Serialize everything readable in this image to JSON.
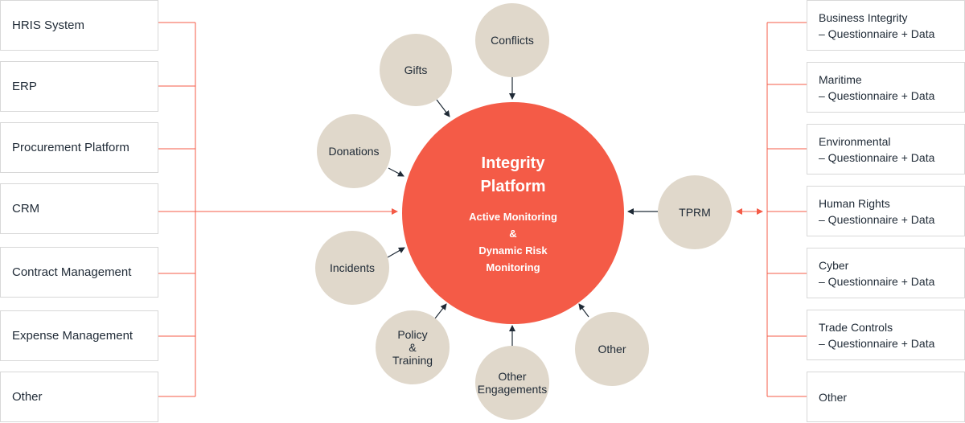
{
  "left_systems": [
    "HRIS System",
    "ERP",
    "Procurement Platform",
    "CRM",
    "Contract Management",
    "Expense Management",
    "Other"
  ],
  "right_modules": [
    {
      "line1": "Business Integrity",
      "line2": "– Questionnaire + Data"
    },
    {
      "line1": "Maritime",
      "line2": "– Questionnaire + Data"
    },
    {
      "line1": "Environmental",
      "line2": "– Questionnaire + Data"
    },
    {
      "line1": "Human Rights",
      "line2": "– Questionnaire + Data"
    },
    {
      "line1": "Cyber",
      "line2": "– Questionnaire + Data"
    },
    {
      "line1": "Trade Controls",
      "line2": "– Questionnaire + Data"
    },
    {
      "line1": "Other",
      "line2": ""
    }
  ],
  "center": {
    "title_line1": "Integrity",
    "title_line2": "Platform",
    "sub_line1": "Active Monitoring",
    "sub_line2": "&",
    "sub_line3": "Dynamic Risk",
    "sub_line4": "Monitoring"
  },
  "bubbles": {
    "conflicts": "Conflicts",
    "gifts": "Gifts",
    "donations": "Donations",
    "incidents": "Incidents",
    "policy_1": "Policy",
    "policy_2": "&",
    "policy_3": "Training",
    "other_engagements_1": "Other",
    "other_engagements_2": "Engagements",
    "other": "Other",
    "tprm": "TPRM"
  },
  "colors": {
    "accent": "#f45b47",
    "bubble": "#e0d8cb",
    "text": "#1f2a36",
    "arrow": "#1f2a36"
  }
}
